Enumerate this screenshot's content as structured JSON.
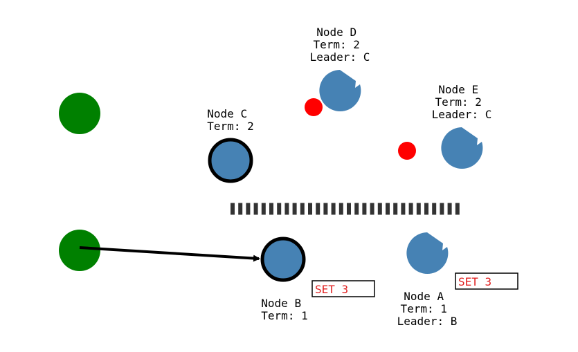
{
  "colors": {
    "client": "#008000",
    "node": "#4682b4",
    "message": "#ff0000",
    "outline": "#000000",
    "set_text": "#e02020"
  },
  "clients": [
    {
      "id": "client-top",
      "icon": "client-circle"
    },
    {
      "id": "client-bottom",
      "icon": "client-circle"
    }
  ],
  "nodes": {
    "c": {
      "lines": [
        "Node C",
        "Term: 2"
      ],
      "role": "candidate"
    },
    "d": {
      "lines": [
        "Node D",
        "Term: 2",
        "Leader: C"
      ],
      "role": "follower"
    },
    "e": {
      "lines": [
        "Node E",
        "Term: 2",
        "Leader: C"
      ],
      "role": "follower"
    },
    "b": {
      "lines": [
        "Node B",
        "Term: 1"
      ],
      "role": "leader"
    },
    "a": {
      "lines": [
        "Node A",
        "Term: 1",
        "Leader: B"
      ],
      "role": "follower"
    }
  },
  "logs": {
    "b": "SET 3",
    "a": "SET 3"
  },
  "partition": {
    "label": "network-partition"
  }
}
